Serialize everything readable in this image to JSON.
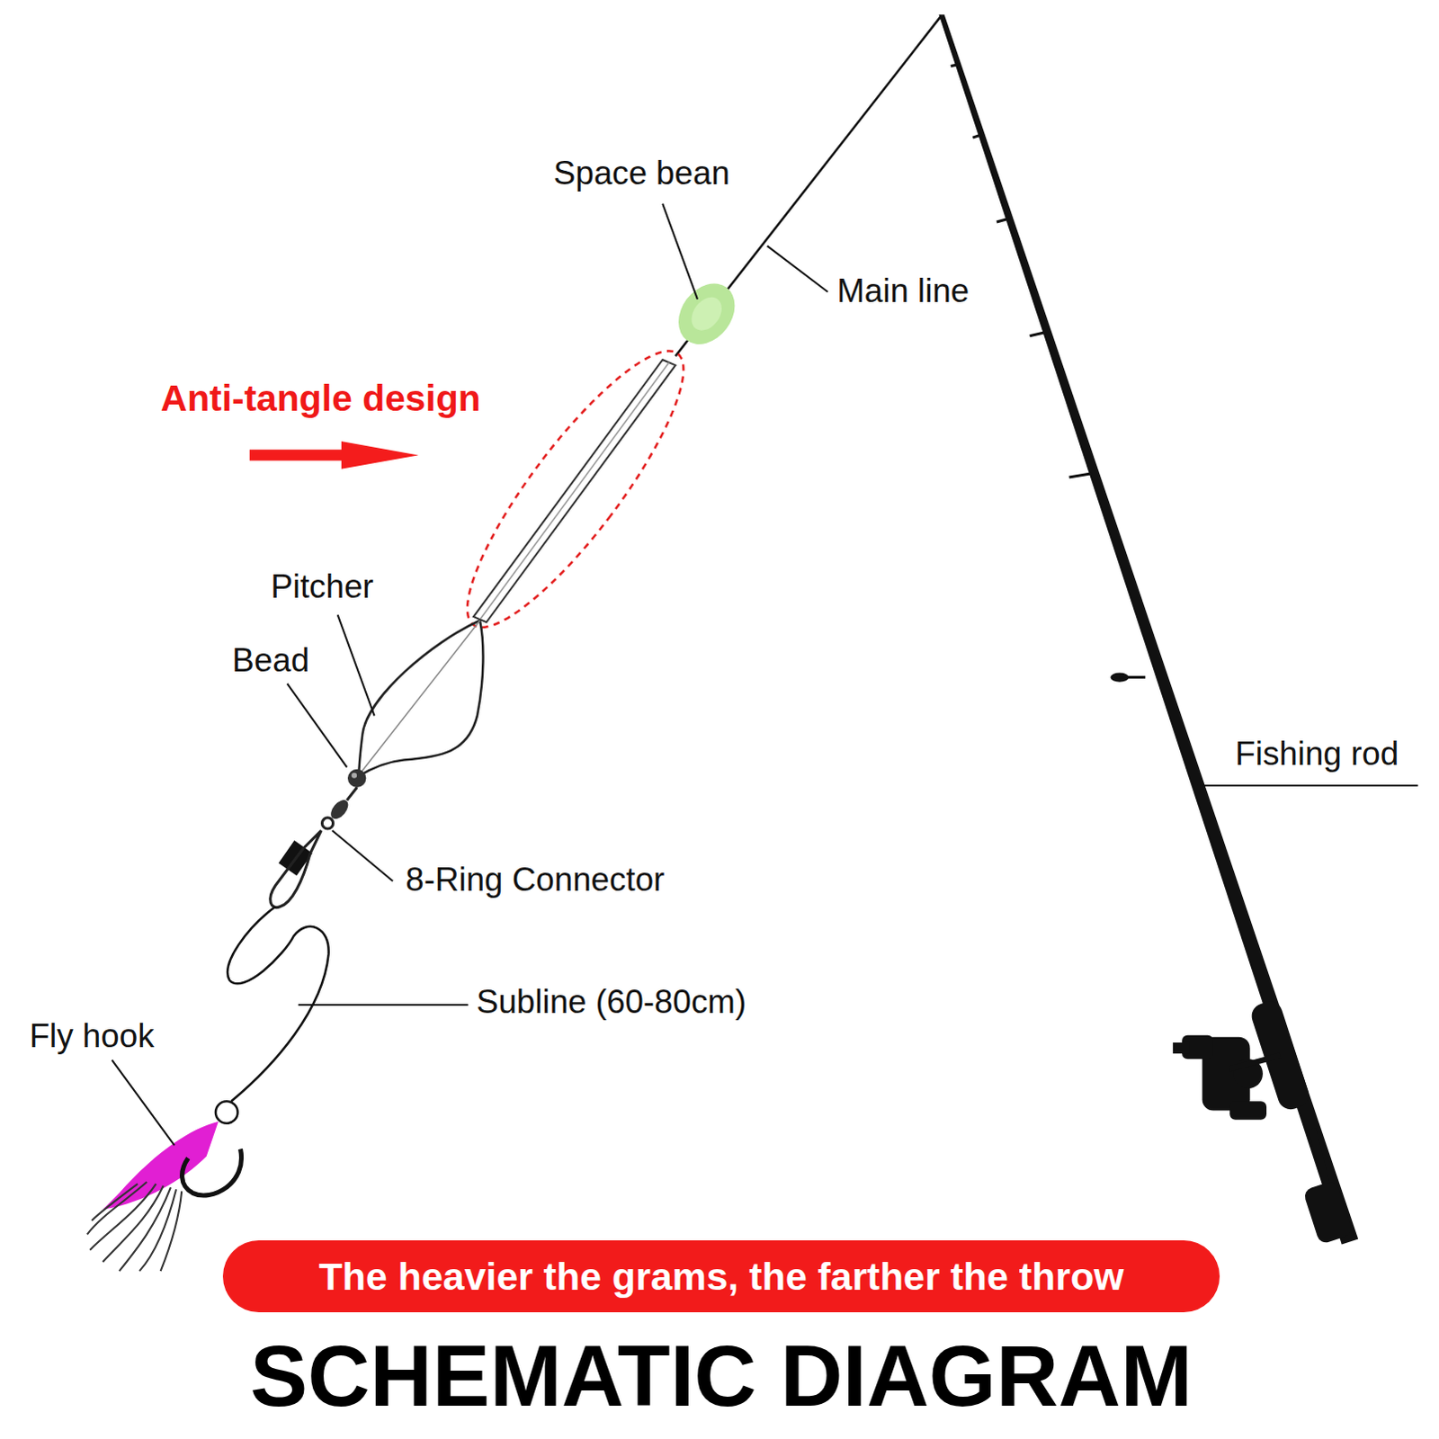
{
  "diagram": {
    "title": "SCHEMATIC DIAGRAM",
    "nodes": [
      {
        "text": [
          "The heavier the grams, the farther the throw"
        ]
      }
    ],
    "labels": [
      "Space bean",
      "Main line",
      "Anti-tangle design",
      "Pitcher",
      "Bead",
      "8-Ring Connector",
      "Subline (60-80cm)",
      "Fly hook",
      "Fishing rod"
    ]
  }
}
